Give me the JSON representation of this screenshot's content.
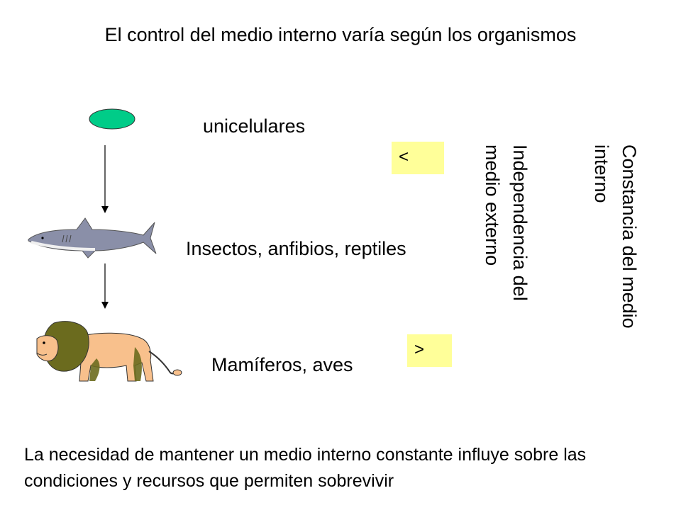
{
  "title": "El control del medio interno varía según los organismos",
  "levels": [
    {
      "label": "unicelulares",
      "icon": "cell-icon"
    },
    {
      "label": "Insectos, anfibios, reptiles",
      "icon": "shark-icon"
    },
    {
      "label": "Mamíferos, aves",
      "icon": "lion-icon"
    }
  ],
  "compare": {
    "top_symbol": "<",
    "bottom_symbol": ">"
  },
  "axes": {
    "independence": "Independencia del medio externo",
    "constancy": "Constancia del medio interno"
  },
  "footer": "La necesidad de mantener un medio interno constante influye sobre las condiciones y recursos que permiten sobrevivir",
  "colors": {
    "cell": "#00cc88",
    "highlight": "#ffff99",
    "shark": "#8a8fa8",
    "lion_body": "#f8c08c",
    "lion_mane": "#6b6b1e"
  }
}
